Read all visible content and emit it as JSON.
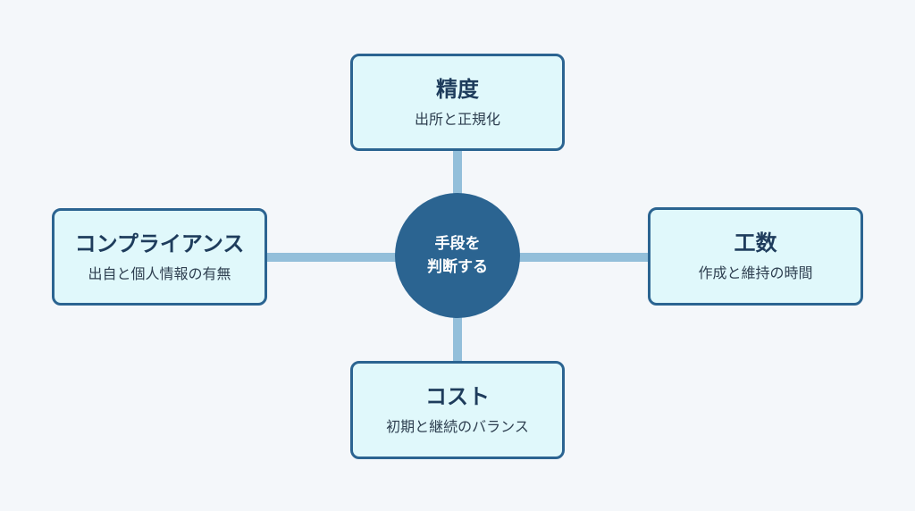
{
  "center": {
    "line1": "手段を",
    "line2": "判断する"
  },
  "nodes": {
    "top": {
      "title": "精度",
      "description": "出所と正規化"
    },
    "left": {
      "title": "コンプライアンス",
      "description": "出自と個人情報の有無"
    },
    "right": {
      "title": "工数",
      "description": "作成と維持の時間"
    },
    "bottom": {
      "title": "コスト",
      "description": "初期と継続のバランス"
    }
  },
  "colors": {
    "hub": "#2b6491",
    "node_border": "#2b6491",
    "node_fill": "#e0f8fb",
    "connector": "#93bfda",
    "background": "#f4f7fa"
  }
}
